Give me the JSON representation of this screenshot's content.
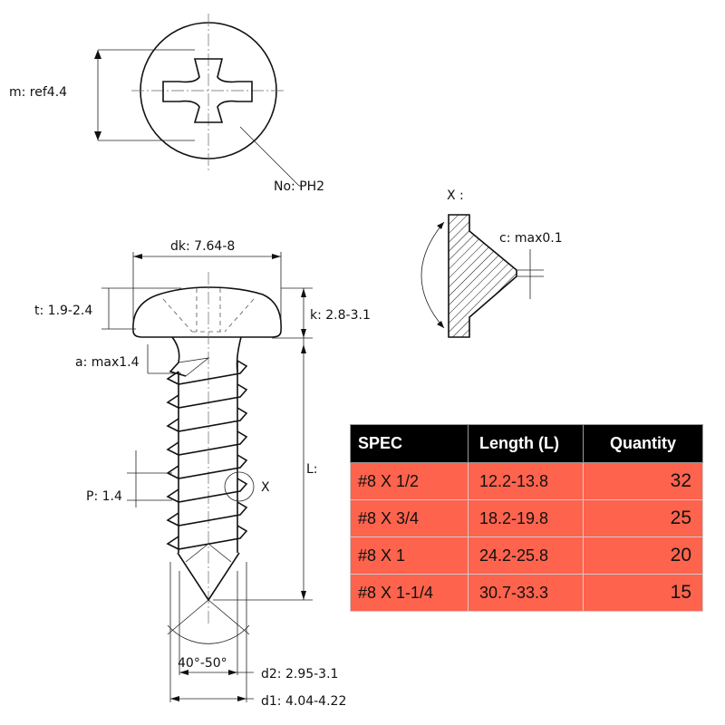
{
  "labels": {
    "m": "m: ref4.4",
    "no": "No: PH2",
    "dk": "dk: 7.64-8",
    "t": "t: 1.9-2.4",
    "k": "k: 2.8-3.1",
    "a": "a: max1.4",
    "L": "L:",
    "P": "P: 1.4",
    "x_marker": "X",
    "angle": "40°-50°",
    "d2": "d2: 2.95-3.1",
    "d1": "d1: 4.04-4.22",
    "detail_title": "X :",
    "c": "c: max0.1"
  },
  "table": {
    "headers": [
      "SPEC",
      "Length (L)",
      "Quantity"
    ],
    "rows": [
      {
        "spec": "#8  X 1/2",
        "length": "12.2-13.8",
        "qty": "32"
      },
      {
        "spec": "#8 X 3/4",
        "length": "18.2-19.8",
        "qty": "25"
      },
      {
        "spec": "#8 X 1",
        "length": "24.2-25.8",
        "qty": "20"
      },
      {
        "spec": "#8 X 1-1/4",
        "length": "30.7-33.3",
        "qty": "15"
      }
    ],
    "colors": {
      "header_bg": "#000000",
      "row_bg": "#fe634d"
    }
  }
}
